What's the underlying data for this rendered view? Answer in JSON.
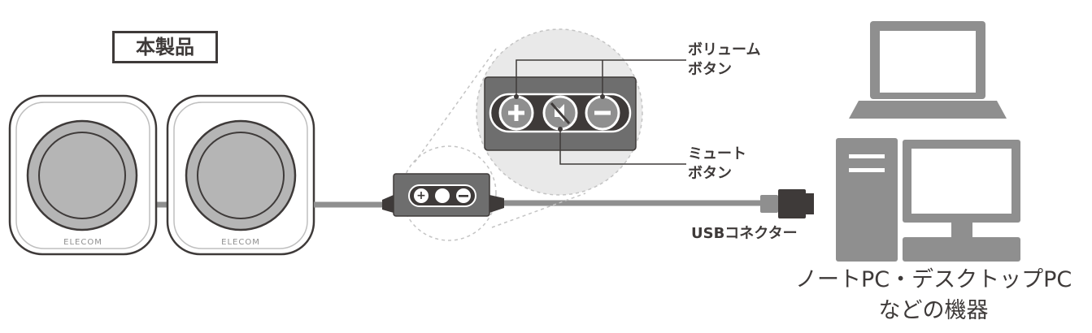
{
  "product_label": "本製品",
  "speakers": [
    {
      "brand": "ELECOM"
    },
    {
      "brand": "ELECOM"
    }
  ],
  "callouts": {
    "volume_button": [
      "ボリューム",
      "ボタン"
    ],
    "mute_button": [
      "ミュート",
      "ボタン"
    ],
    "usb_connector": "USBコネクター"
  },
  "device_caption": [
    "ノートPC・デスクトップPC",
    "などの機器"
  ],
  "controller_buttons": [
    "+",
    "mute",
    "−"
  ],
  "colors": {
    "dark": "#3e3a39",
    "gray": "#8f8f8f",
    "light_gray": "#b5b5b5",
    "frame": "#e9e9e9"
  }
}
